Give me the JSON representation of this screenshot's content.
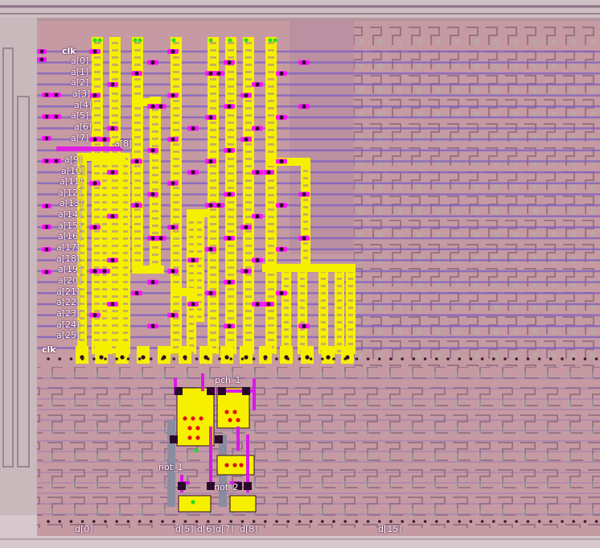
{
  "image": {
    "description_colors": {
      "substrate": "#c49ba3",
      "metal_line": "#7a5cc8",
      "poly": "#ffff00",
      "poly_outline": "#d8d830",
      "via": "#3a0a38",
      "contact_pad": "#ff00ff",
      "transistor_pad": "#ffff00",
      "transistor_dot": "#e01010",
      "contact_green": "#20ff20",
      "label_color": "#ffffff"
    }
  },
  "signals": {
    "clk_top": "clk",
    "clk_bottom": "clk",
    "address": [
      "a[0]",
      "a[1]",
      "a[2]",
      "a[3]",
      "a[4]",
      "a[5]",
      "a[6]",
      "a[7]",
      "a[8]",
      "a[9]",
      "a[10]",
      "a[11]",
      "a[12]",
      "a[13]",
      "a[14]",
      "a[15]",
      "a[16]",
      "a[17]",
      "a[18]",
      "a[19]",
      "a[20]",
      "a[21]",
      "a[22]",
      "a[23]",
      "a[24]",
      "a[25]"
    ]
  },
  "gates": {
    "pch": "pch_1",
    "not1": "not_1",
    "not2": "not_2"
  },
  "data_outputs": {
    "d0": "d[0]",
    "d5": "d[5]",
    "d6": "d[6]",
    "d7": "d[7]",
    "d8": "d[8]",
    "d15": "d[15]"
  }
}
